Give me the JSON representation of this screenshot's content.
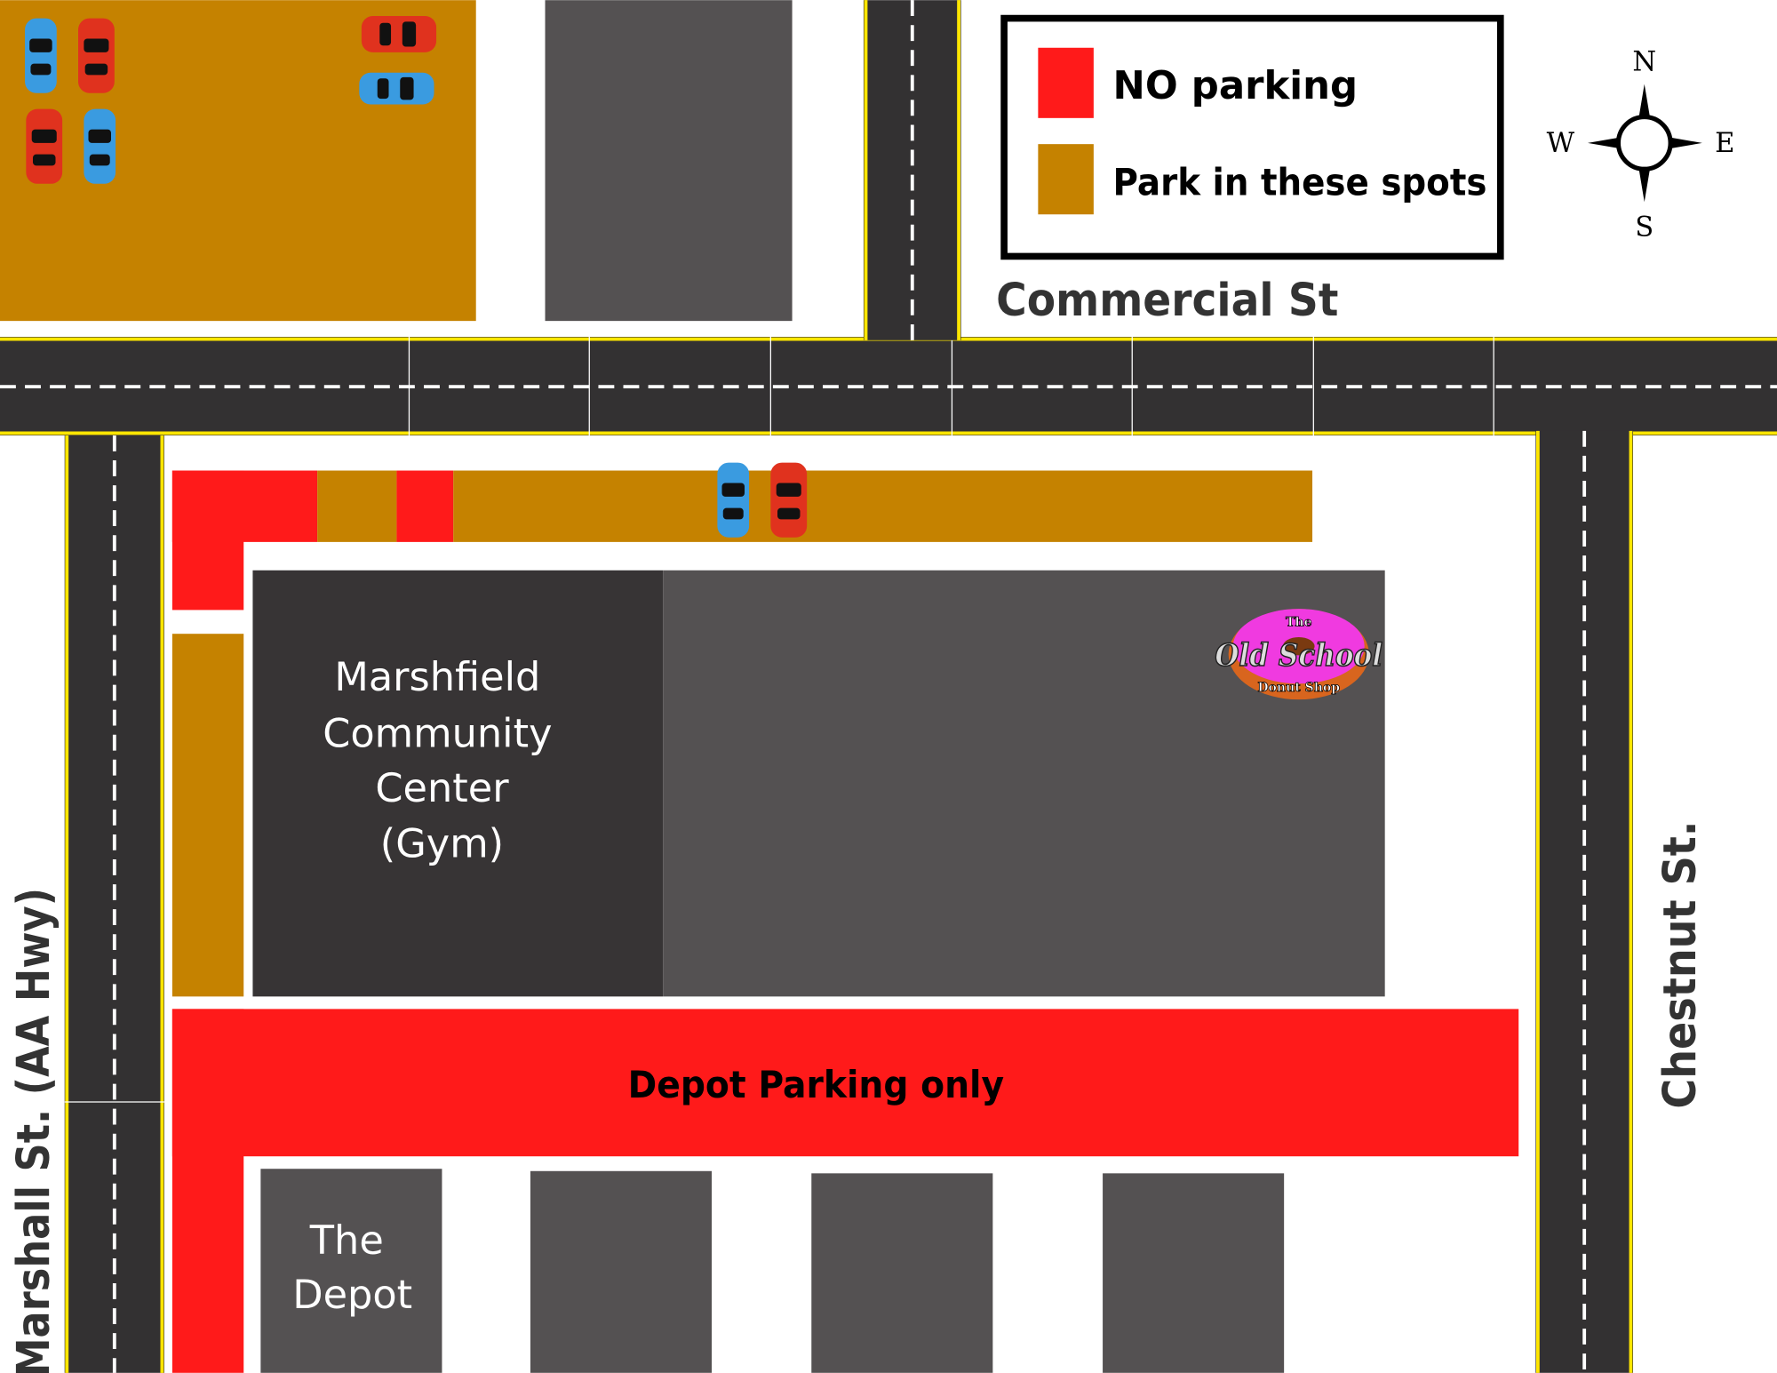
{
  "legend": {
    "no_parking": "NO parking",
    "park_here": "Park in these spots"
  },
  "compass": {
    "n": "N",
    "s": "S",
    "e": "E",
    "w": "W"
  },
  "streets": {
    "commercial": "Commercial St",
    "marshall": "Marshall St. (AA Hwy)",
    "chestnut": "Chestnut St."
  },
  "buildings": {
    "community_center": [
      "Marshfield",
      "Community",
      "Center",
      "(Gym)"
    ],
    "depot": [
      "The",
      "Depot"
    ]
  },
  "zones": {
    "depot_parking": "Depot Parking only"
  },
  "logo": {
    "top": "The",
    "main": "Old School",
    "bottom": "Donut Shop"
  },
  "colors": {
    "no_parking": "#FF1A1A",
    "park": "#C58200",
    "building": "#545152",
    "building_dark": "#373435",
    "road": "#333132",
    "road_edge": "#FFE600"
  }
}
